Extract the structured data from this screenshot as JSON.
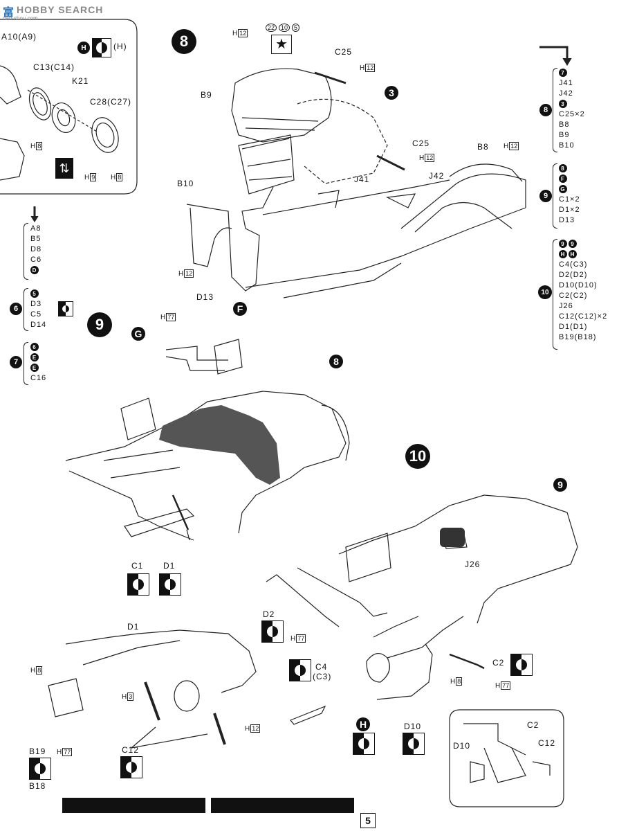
{
  "watermark": {
    "cjk": "富",
    "brand": "HOBBY SEARCH",
    "url": "nan-shou.com"
  },
  "page_number": "5",
  "panel_prev": {
    "labels": {
      "a10": "A10(A9)",
      "c13": "C13(C14)",
      "k21": "K21",
      "c28": "C28(C27)"
    },
    "h_marks": [
      {
        "prefix": "H",
        "num": "8"
      },
      {
        "prefix": "H",
        "num": "9"
      },
      {
        "prefix": "H",
        "num": "8"
      }
    ],
    "symbols": {
      "paint_code": "H",
      "paint_code2": "(H)",
      "arrows": "⇅"
    }
  },
  "left_list_1": {
    "items": [
      "A8",
      "B5",
      "D8",
      "C6"
    ],
    "sub": "D"
  },
  "left_list_6": {
    "step": "6",
    "subs": [
      "5"
    ],
    "items": [
      "D3",
      "C5",
      "D14"
    ]
  },
  "left_list_7": {
    "step": "7",
    "subs": [
      "6",
      "E",
      "E"
    ],
    "items": [
      "C16"
    ]
  },
  "step8": {
    "number": "8",
    "paint_refs": [
      "22",
      "10",
      "5"
    ],
    "labels": {
      "c25a": "C25",
      "b9": "B9",
      "sub3": "3",
      "c25b": "C25",
      "b8": "B8",
      "b10": "B10",
      "j41": "J41",
      "j42": "J42"
    },
    "h_marks": [
      "12",
      "12",
      "12",
      "12",
      "12"
    ]
  },
  "right_list_8": {
    "step": "8",
    "subs": [
      "7"
    ],
    "items": [
      "J41",
      "J42",
      "C25×2",
      "B8",
      "B9",
      "B10"
    ],
    "sub2": "3"
  },
  "right_list_9": {
    "step": "9",
    "subs": [
      "8",
      "F",
      "G"
    ],
    "items": [
      "C1×2",
      "D1×2",
      "D13"
    ]
  },
  "right_list_10": {
    "step": "10",
    "subs": [
      "9",
      "9",
      "H",
      "H"
    ],
    "items": [
      "C4(C3)",
      "D2(D2)",
      "D10(D10)",
      "C2(C2)",
      "J26",
      "C12(C12)×2",
      "D1(D1)",
      "B19(B18)"
    ]
  },
  "step9": {
    "number": "9",
    "labels": {
      "d13": "D13",
      "subG": "G",
      "subF": "F",
      "sub8": "8",
      "c1": "C1",
      "d1": "D1"
    },
    "h_marks": [
      "77"
    ]
  },
  "step10": {
    "number": "10",
    "labels": {
      "sub9": "9",
      "j26": "J26",
      "d2": "D2",
      "c4": "C4",
      "c3": "(C3)",
      "c2": "C2",
      "subH": "H",
      "d10": "D10",
      "d1": "D1",
      "b19": "B19",
      "b18": "B18",
      "c12": "C12"
    },
    "h_marks": [
      "77",
      "77",
      "8",
      "77",
      "8",
      "3",
      "12"
    ]
  },
  "detail": {
    "labels": {
      "c2": "C2",
      "d10": "D10",
      "c12": "C12"
    }
  }
}
